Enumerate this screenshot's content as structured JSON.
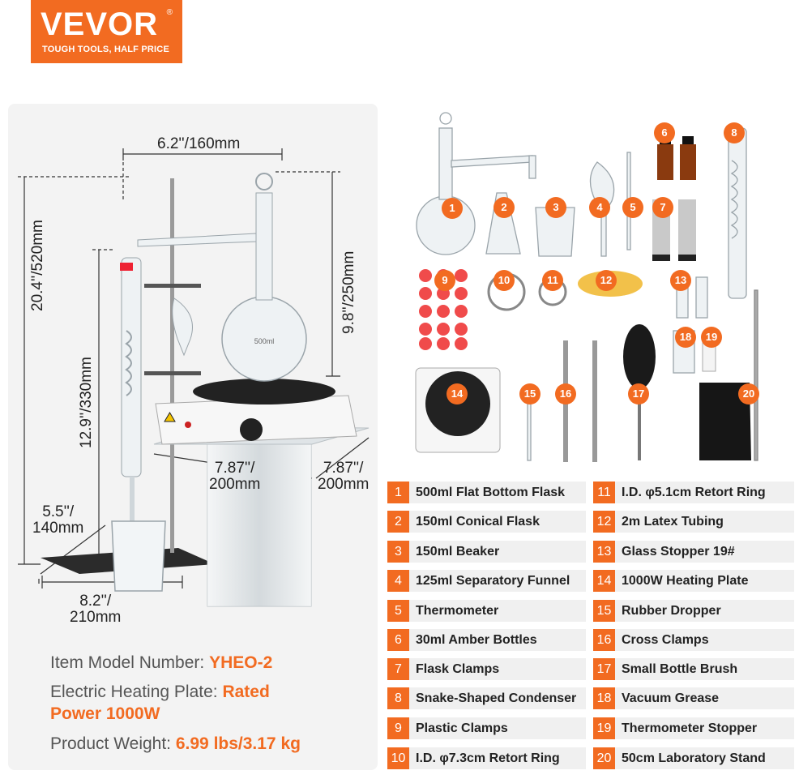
{
  "brand": {
    "name": "VEVOR",
    "registered": "®",
    "tagline": "TOUGH TOOLS, HALF PRICE",
    "color": "#f26b21"
  },
  "dimensions": {
    "top_width": "6.2''/160mm",
    "total_height": "20.4''/520mm",
    "flask_height": "9.8''/250mm",
    "condenser_height": "12.9''/330mm",
    "stand_depth_a": "5.5''/",
    "stand_depth_b": "140mm",
    "base_width_a": "8.2''/",
    "base_width_b": "210mm",
    "plate_width_a": "7.87''/",
    "plate_width_b": "200mm",
    "plate_depth_a": "7.87''/",
    "plate_depth_b": "200mm"
  },
  "specs": {
    "model_label": "Item Model Number: ",
    "model_value": "YHEO-2",
    "heating_label": "Electric Heating Plate: ",
    "heating_value_1": "Rated",
    "heating_value_2": "Power 1000W",
    "weight_label": "Product Weight: ",
    "weight_value": "6.99 lbs/3.17 kg"
  },
  "flask_marking": "500ml",
  "parts": [
    {
      "num": "1",
      "label": "500ml Flat Bottom Flask"
    },
    {
      "num": "2",
      "label": "150ml Conical Flask"
    },
    {
      "num": "3",
      "label": "150ml Beaker"
    },
    {
      "num": "4",
      "label": "125ml Separatory Funnel"
    },
    {
      "num": "5",
      "label": "Thermometer"
    },
    {
      "num": "6",
      "label": "30ml Amber Bottles"
    },
    {
      "num": "7",
      "label": "Flask Clamps"
    },
    {
      "num": "8",
      "label": "Snake-Shaped Condenser"
    },
    {
      "num": "9",
      "label": "Plastic Clamps"
    },
    {
      "num": "10",
      "label": "I.D. φ7.3cm Retort Ring"
    },
    {
      "num": "11",
      "label": "I.D. φ5.1cm Retort Ring"
    },
    {
      "num": "12",
      "label": "2m Latex Tubing"
    },
    {
      "num": "13",
      "label": "Glass Stopper 19#"
    },
    {
      "num": "14",
      "label": "1000W Heating Plate"
    },
    {
      "num": "15",
      "label": "Rubber Dropper"
    },
    {
      "num": "16",
      "label": "Cross Clamps"
    },
    {
      "num": "17",
      "label": "Small Bottle Brush"
    },
    {
      "num": "18",
      "label": "Vacuum Grease"
    },
    {
      "num": "19",
      "label": "Thermometer Stopper"
    },
    {
      "num": "20",
      "label": "50cm Laboratory Stand"
    }
  ]
}
